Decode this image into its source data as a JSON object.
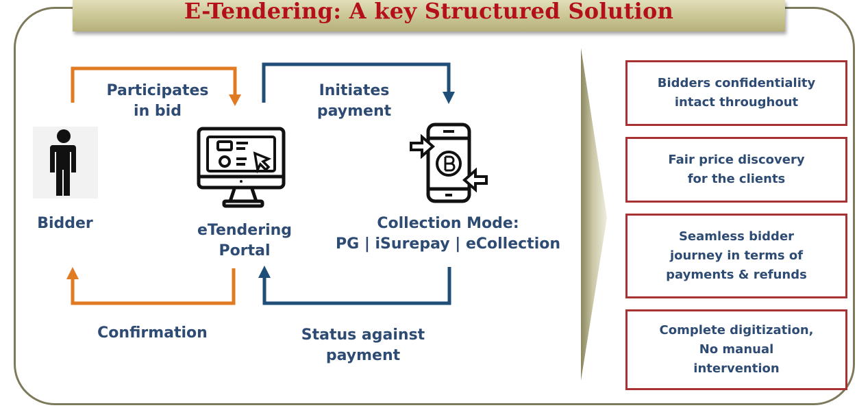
{
  "title": "E-Tendering: A key Structured Solution",
  "flow": {
    "participates": "Participates\nin bid",
    "initiates": "Initiates\npayment",
    "bidder": "Bidder",
    "portal": "eTendering\nPortal",
    "collection": "Collection Mode:\nPG | iSurepay | eCollection",
    "confirmation": "Confirmation",
    "status": "Status against\npayment"
  },
  "benefits": [
    "Bidders confidentiality\nintact throughout",
    "Fair price discovery\nfor the clients",
    "Seamless bidder\njourney in terms of\npayments & refunds",
    "Complete digitization,\nNo manual\nintervention"
  ],
  "icons": [
    "person-icon",
    "computer-monitor-icon",
    "mobile-payment-icon"
  ],
  "colors": {
    "title_red": "#b3101b",
    "text_blue": "#2e4b73",
    "arrow_orange": "#e07b24",
    "arrow_blue": "#1f4e79",
    "box_border": "#a83232",
    "frame": "#7d7a5c",
    "banner": "#c9c594"
  }
}
